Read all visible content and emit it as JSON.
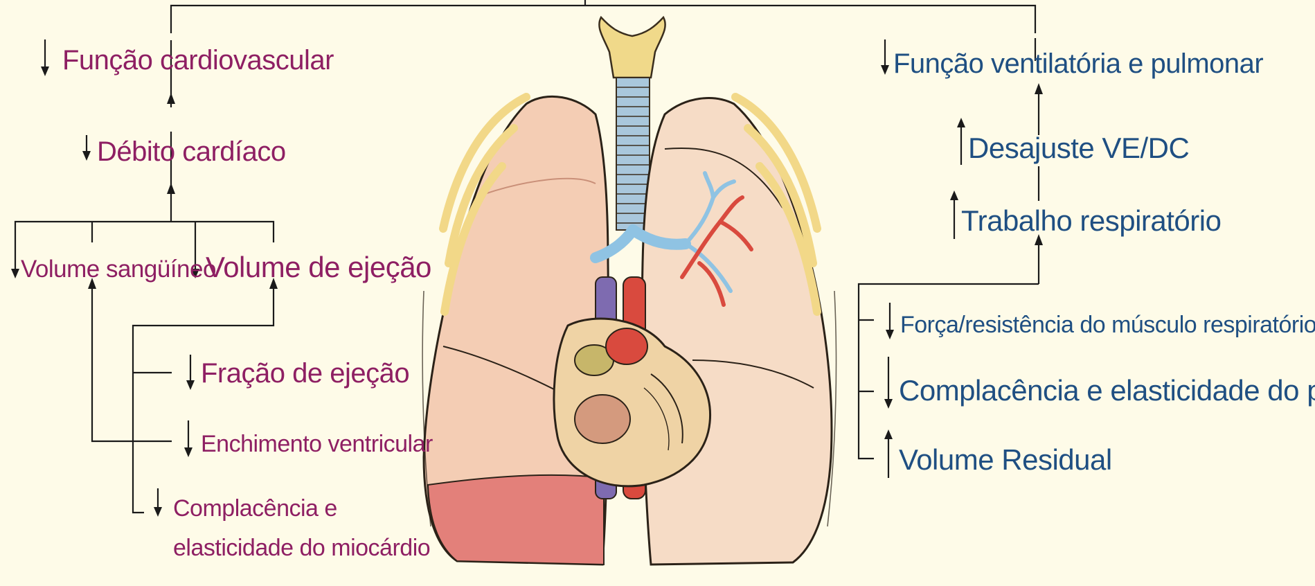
{
  "colors": {
    "background": "#fefbe8",
    "cardiovascular_text": "#8e1f63",
    "respiratory_text": "#1f4f82",
    "connector": "#1a1a1a"
  },
  "left_branch": {
    "cardiovascular_function": {
      "label": "Função cardiovascular",
      "trend": "decrease"
    },
    "cardiac_output": {
      "label": "Débito cardíaco",
      "trend": "decrease"
    },
    "blood_volume": {
      "label": "Volume sangüíneo",
      "trend": "decrease"
    },
    "stroke_volume": {
      "label": "Volume de ejeção",
      "trend": "decrease"
    },
    "ejection_fraction": {
      "label": "Fração de ejeção",
      "trend": "decrease"
    },
    "ventricular_filling": {
      "label": "Enchimento ventricular",
      "trend": "decrease"
    },
    "myocardial_compliance": {
      "label_line1": "Complacência e",
      "label_line2": "elasticidade do miocárdio",
      "trend": "decrease"
    }
  },
  "right_branch": {
    "ventilatory_function": {
      "label": "Função ventilatória e pulmonar",
      "trend": "decrease"
    },
    "va_q_mismatch": {
      "label": "Desajuste VE/DC",
      "trend": "increase"
    },
    "work_of_breathing": {
      "label": "Trabalho respiratório",
      "trend": "increase"
    },
    "respiratory_muscle_strength": {
      "label": "Força/resistência do músculo respiratório",
      "trend": "decrease"
    },
    "lung_compliance": {
      "label": "Complacência e elasticidade do pulmão",
      "trend": "decrease"
    },
    "residual_volume": {
      "label": "Volume Residual",
      "trend": "increase"
    }
  },
  "illustration": {
    "subject": "lungs-and-heart-anatomy",
    "colors": {
      "lung_light": "#f4cdb4",
      "lung_mid": "#eeb9a0",
      "lung_base": "#e3807a",
      "rib": "#f2d888",
      "trachea_ring": "#a9c7dc",
      "thyroid": "#f0d98a",
      "vein": "#7e6bb0",
      "artery": "#d94a3e",
      "bronchi": "#8fc3e3"
    }
  }
}
